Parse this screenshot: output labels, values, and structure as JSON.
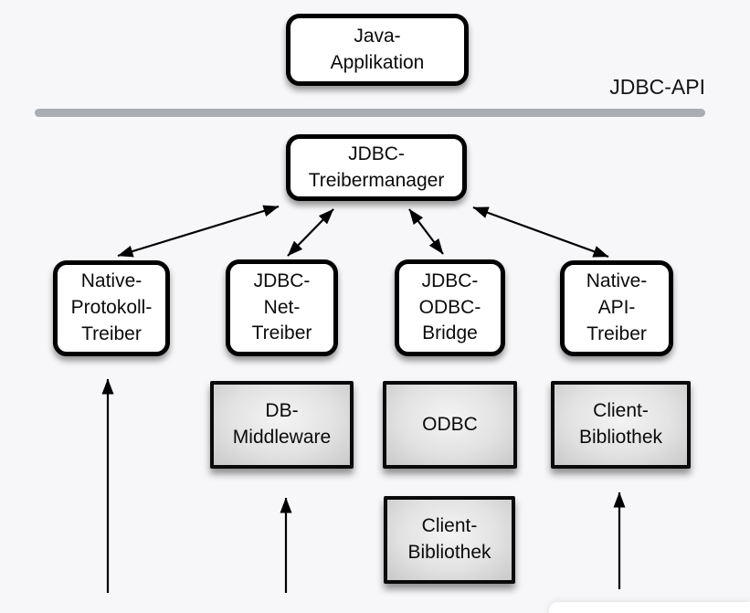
{
  "diagram": {
    "title_context": "JDBC architecture diagram",
    "api_label": "JDBC-API",
    "nodes": {
      "java_application": "Java-\nApplikation",
      "driver_manager": "JDBC-\nTreibermanager",
      "native_protocol_driver": "Native-\nProtokoll-\nTreiber",
      "jdbc_net_driver": "JDBC-\nNet-\nTreiber",
      "jdbc_odbc_bridge": "JDBC-\nODBC-\nBridge",
      "native_api_driver": "Native-\nAPI-\nTreiber",
      "db_middleware": "DB-\nMiddleware",
      "odbc": "ODBC",
      "client_library_odbc": "Client-\nBibliothek",
      "client_library_native": "Client-\nBibliothek"
    },
    "edges": [
      {
        "from": "driver_manager",
        "to": "native_protocol_driver",
        "style": "double-arrow"
      },
      {
        "from": "driver_manager",
        "to": "jdbc_net_driver",
        "style": "double-arrow"
      },
      {
        "from": "driver_manager",
        "to": "jdbc_odbc_bridge",
        "style": "double-arrow"
      },
      {
        "from": "driver_manager",
        "to": "native_api_driver",
        "style": "double-arrow"
      },
      {
        "from": "bottom-edge",
        "to": "native_protocol_driver",
        "style": "up-arrow"
      },
      {
        "from": "bottom-edge",
        "to": "db_middleware",
        "style": "up-arrow"
      },
      {
        "from": "bottom-edge",
        "to": "client_library_odbc",
        "style": "up-arrow"
      }
    ],
    "colors": {
      "background": "#f7f7f9",
      "box_border": "#000000",
      "box_fill_white": "#ffffff",
      "box_fill_gray": "#d9d9d9",
      "divider_line": "#aaadb1",
      "arrow": "#000000"
    }
  }
}
